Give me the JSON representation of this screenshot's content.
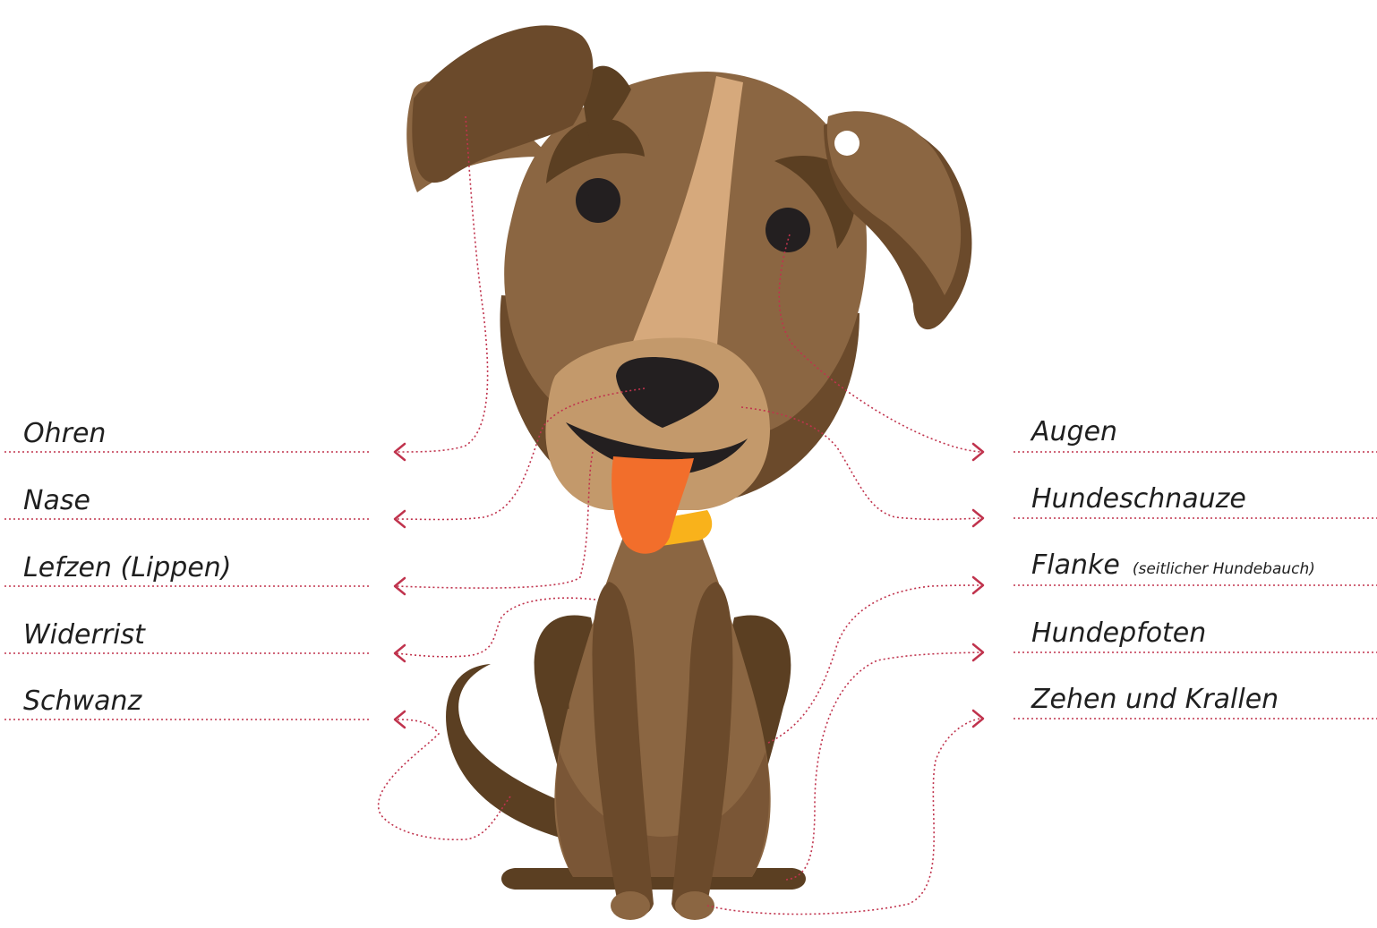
{
  "diagram": {
    "left_labels": [
      {
        "id": "ohren",
        "text": "Ohren"
      },
      {
        "id": "nase",
        "text": "Nase"
      },
      {
        "id": "lefzen",
        "text": "Lefzen (Lippen)"
      },
      {
        "id": "widerrist",
        "text": "Widerrist"
      },
      {
        "id": "schwanz",
        "text": "Schwanz"
      }
    ],
    "right_labels": [
      {
        "id": "augen",
        "text": "Augen",
        "note": ""
      },
      {
        "id": "hundeschnauze",
        "text": "Hundeschnauze",
        "note": ""
      },
      {
        "id": "flanke",
        "text": "Flanke",
        "note": "(seitlicher Hundebauch)"
      },
      {
        "id": "hundepfoten",
        "text": "Hundepfoten",
        "note": ""
      },
      {
        "id": "zehen",
        "text": "Zehen und Krallen",
        "note": ""
      }
    ]
  },
  "colors": {
    "fur": "#8b6642",
    "fur_dark": "#5b3f22",
    "stripe": "#d6a97c",
    "muzzle": "#c3996b",
    "nose": "#231f20",
    "tongue": "#f26e2b",
    "collar": "#f9b21b",
    "leader": "#c0334d",
    "label_line": "#c0334d",
    "text": "#1f1f1f"
  },
  "icons": {
    "pointer": "chevron-arrow-icon"
  }
}
